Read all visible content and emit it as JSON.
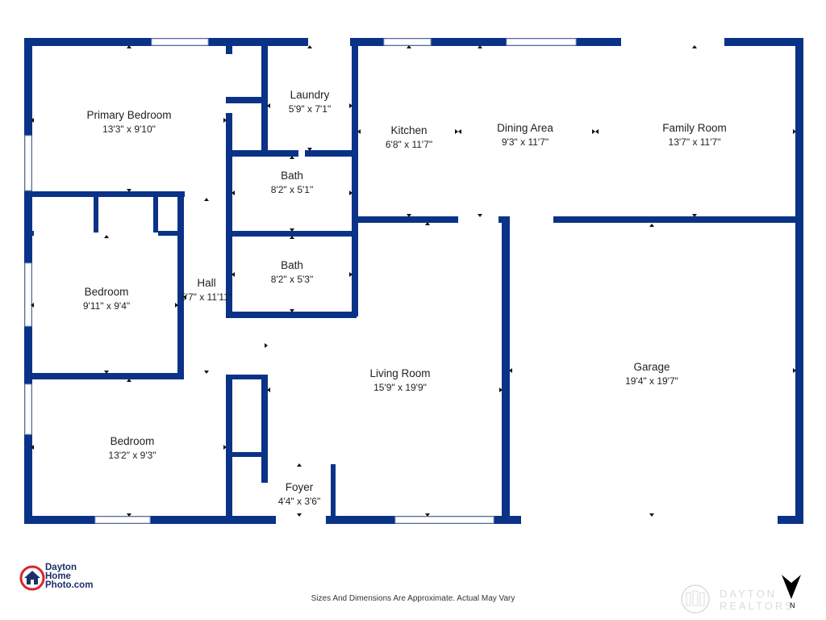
{
  "rooms": [
    {
      "id": "primary-bedroom",
      "name": "Primary Bedroom",
      "dim": "13'3\" x 9'10\""
    },
    {
      "id": "laundry",
      "name": "Laundry",
      "dim": "5'9\" x 7'1\""
    },
    {
      "id": "kitchen",
      "name": "Kitchen",
      "dim": "6'8\" x 11'7\""
    },
    {
      "id": "dining-area",
      "name": "Dining Area",
      "dim": "9'3\" x 11'7\""
    },
    {
      "id": "family-room",
      "name": "Family Room",
      "dim": "13'7\" x 11'7\""
    },
    {
      "id": "bath-upper",
      "name": "Bath",
      "dim": "8'2\" x 5'1\""
    },
    {
      "id": "bath-lower",
      "name": "Bath",
      "dim": "8'2\" x 5'3\""
    },
    {
      "id": "bedroom-middle",
      "name": "Bedroom",
      "dim": "9'11\" x 9'4\""
    },
    {
      "id": "hall",
      "name": "Hall",
      "dim": "5'7\" x 11'11\""
    },
    {
      "id": "living-room",
      "name": "Living Room",
      "dim": "15'9\" x 19'9\""
    },
    {
      "id": "garage",
      "name": "Garage",
      "dim": "19'4\" x 19'7\""
    },
    {
      "id": "bedroom-lower",
      "name": "Bedroom",
      "dim": "13'2\" x 9'3\""
    },
    {
      "id": "foyer",
      "name": "Foyer",
      "dim": "4'4\" x 3'6\""
    }
  ],
  "footer": {
    "note": "Sizes And Dimensions Are Approximate. Actual May Vary"
  },
  "logo": {
    "line1": "Dayton",
    "line2": "Home",
    "line3": "Photo.com"
  },
  "watermark": {
    "line1": "DAYTON",
    "line2": "REALTORS"
  },
  "compass": {
    "label": "N"
  },
  "colors": {
    "wall": "#0a3387",
    "window": "#ffffff",
    "text": "#222222",
    "logo": "#1b2f6b",
    "logo_red": "#d8262c"
  }
}
